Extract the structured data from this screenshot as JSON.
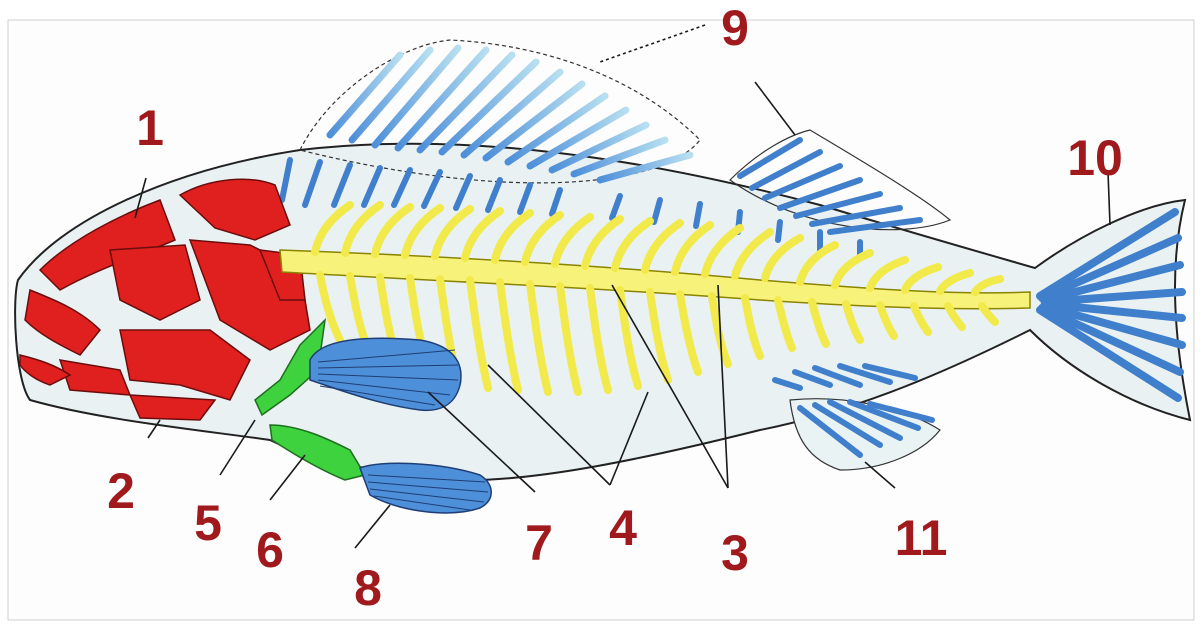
{
  "labels": [
    "1",
    "2",
    "3",
    "4",
    "5",
    "6",
    "7",
    "8",
    "9",
    "10",
    "11"
  ],
  "colors": {
    "skull": "#e01f1f",
    "spine": "#f7f27a",
    "shoulder_girdle": "#3ed23e",
    "fin_rays": "#4d8fd9",
    "body_fill": "#e9f1f2",
    "outline": "#222222",
    "label_text": "#a0191c"
  }
}
